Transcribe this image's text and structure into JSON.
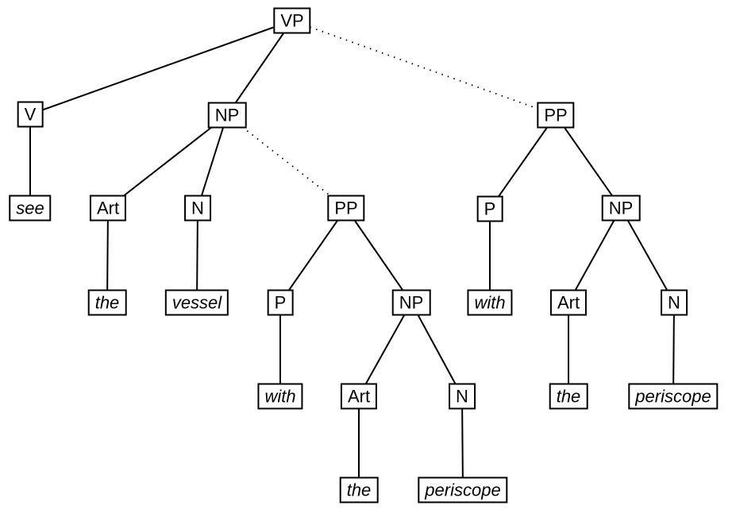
{
  "diagram": {
    "type": "syntax-parse-tree",
    "sentence_words": [
      "see",
      "the",
      "vessel",
      "with",
      "the",
      "periscope"
    ],
    "colors": {
      "background": "#ffffff",
      "line": "#000000",
      "box_border": "#000000",
      "box_fill": "#ffffff",
      "text": "#000000"
    },
    "edge_styles": {
      "solid": "definite constituent link",
      "dotted": "alternative PP attachment link"
    }
  },
  "nodes": [
    {
      "id": "vp",
      "label": "VP",
      "kind": "category"
    },
    {
      "id": "v",
      "label": "V",
      "kind": "category"
    },
    {
      "id": "np-1",
      "label": "NP",
      "kind": "category"
    },
    {
      "id": "pp-right",
      "label": "PP",
      "kind": "category"
    },
    {
      "id": "see",
      "label": "see",
      "kind": "word"
    },
    {
      "id": "art-1",
      "label": "Art",
      "kind": "category"
    },
    {
      "id": "n-1",
      "label": "N",
      "kind": "category"
    },
    {
      "id": "pp-mid",
      "label": "PP",
      "kind": "category"
    },
    {
      "id": "p-right",
      "label": "P",
      "kind": "category"
    },
    {
      "id": "np-right",
      "label": "NP",
      "kind": "category"
    },
    {
      "id": "the-1",
      "label": "the",
      "kind": "word"
    },
    {
      "id": "vessel",
      "label": "vessel",
      "kind": "word"
    },
    {
      "id": "p-mid",
      "label": "P",
      "kind": "category"
    },
    {
      "id": "np-mid",
      "label": "NP",
      "kind": "category"
    },
    {
      "id": "with-right",
      "label": "with",
      "kind": "word"
    },
    {
      "id": "art-right",
      "label": "Art",
      "kind": "category"
    },
    {
      "id": "n-right",
      "label": "N",
      "kind": "category"
    },
    {
      "id": "with-mid",
      "label": "with",
      "kind": "word"
    },
    {
      "id": "art-mid",
      "label": "Art",
      "kind": "category"
    },
    {
      "id": "n-mid",
      "label": "N",
      "kind": "category"
    },
    {
      "id": "the-right",
      "label": "the",
      "kind": "word"
    },
    {
      "id": "periscope-right",
      "label": "periscope",
      "kind": "word"
    },
    {
      "id": "the-mid",
      "label": "the",
      "kind": "word"
    },
    {
      "id": "periscope-mid",
      "label": "periscope",
      "kind": "word"
    }
  ],
  "edges": [
    {
      "from": "vp",
      "to": "v",
      "style": "solid"
    },
    {
      "from": "vp",
      "to": "np-1",
      "style": "solid"
    },
    {
      "from": "vp",
      "to": "pp-right",
      "style": "dotted"
    },
    {
      "from": "v",
      "to": "see",
      "style": "solid"
    },
    {
      "from": "np-1",
      "to": "art-1",
      "style": "solid"
    },
    {
      "from": "np-1",
      "to": "n-1",
      "style": "solid"
    },
    {
      "from": "np-1",
      "to": "pp-mid",
      "style": "dotted"
    },
    {
      "from": "art-1",
      "to": "the-1",
      "style": "solid"
    },
    {
      "from": "n-1",
      "to": "vessel",
      "style": "solid"
    },
    {
      "from": "pp-mid",
      "to": "p-mid",
      "style": "solid"
    },
    {
      "from": "pp-mid",
      "to": "np-mid",
      "style": "solid"
    },
    {
      "from": "p-mid",
      "to": "with-mid",
      "style": "solid"
    },
    {
      "from": "np-mid",
      "to": "art-mid",
      "style": "solid"
    },
    {
      "from": "np-mid",
      "to": "n-mid",
      "style": "solid"
    },
    {
      "from": "art-mid",
      "to": "the-mid",
      "style": "solid"
    },
    {
      "from": "n-mid",
      "to": "periscope-mid",
      "style": "solid"
    },
    {
      "from": "pp-right",
      "to": "p-right",
      "style": "solid"
    },
    {
      "from": "pp-right",
      "to": "np-right",
      "style": "solid"
    },
    {
      "from": "p-right",
      "to": "with-right",
      "style": "solid"
    },
    {
      "from": "np-right",
      "to": "art-right",
      "style": "solid"
    },
    {
      "from": "np-right",
      "to": "n-right",
      "style": "solid"
    },
    {
      "from": "art-right",
      "to": "the-right",
      "style": "solid"
    },
    {
      "from": "n-right",
      "to": "periscope-right",
      "style": "solid"
    }
  ]
}
